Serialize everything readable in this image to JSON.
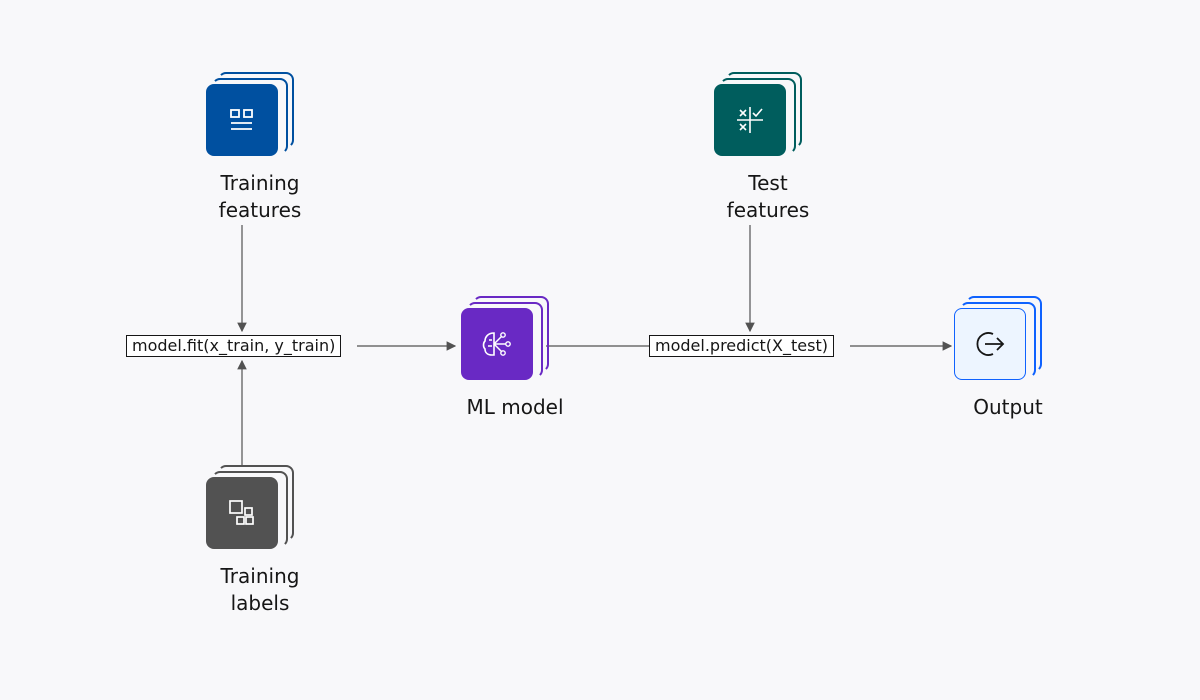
{
  "nodes": {
    "training_features": {
      "label_line1": "Training",
      "label_line2": "features",
      "icon": "grid-list-icon",
      "color": "#0050a0"
    },
    "training_labels": {
      "label_line1": "Training",
      "label_line2": "labels",
      "icon": "shapes-icon",
      "color": "#525252"
    },
    "test_features": {
      "label_line1": "Test",
      "label_line2": "features",
      "icon": "math-symbols-icon",
      "color": "#005d5d"
    },
    "ml_model": {
      "label": "ML model",
      "icon": "ai-brain-icon",
      "color": "#6929c4"
    },
    "output": {
      "label": "Output",
      "icon": "exit-arrow-icon",
      "color": "#0f62fe"
    }
  },
  "operations": {
    "fit": "model.fit(x_train, y_train)",
    "predict": "model.predict(X_test)"
  }
}
